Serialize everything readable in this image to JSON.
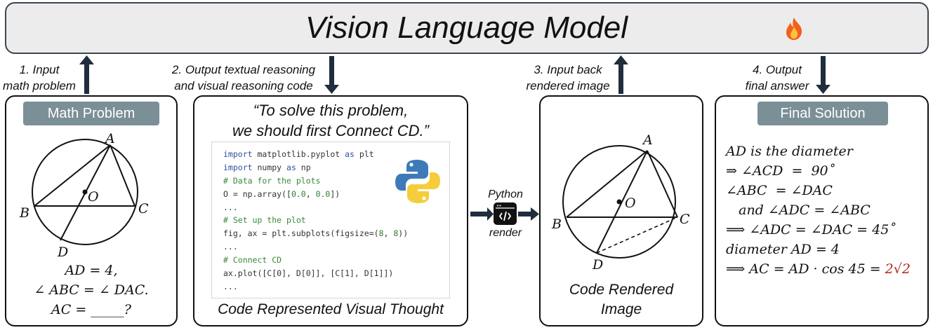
{
  "model": {
    "title": "Vision Language Model",
    "icon": "flame-icon"
  },
  "steps": {
    "s1": [
      "1. Input",
      "math problem"
    ],
    "s2": [
      "2. Output textual reasoning",
      "and visual reasoning code"
    ],
    "s3": [
      "3. Input back",
      "rendered image"
    ],
    "s4": [
      "4. Output",
      "final answer"
    ]
  },
  "problem": {
    "header": "Math Problem",
    "labels": {
      "A": "A",
      "B": "B",
      "C": "C",
      "D": "D",
      "O": "O"
    },
    "text": [
      "AD  =  4,",
      "∠ ABC  =  ∠ DAC.",
      "AC  =  _____?"
    ]
  },
  "thought": {
    "quote": [
      "“To solve this problem,",
      "we should first Connect CD.”"
    ],
    "code": [
      "import matplotlib.pyplot as plt",
      "import numpy as np",
      "# Data for the plots",
      "O = np.array([0.0, 0.0])",
      "...",
      "# Set up the plot",
      "fig, ax = plt.subplots(figsize=(8, 8))",
      "...",
      "# Connect CD",
      "ax.plot([C[0], D[0]], [C[1], D[1]])",
      "..."
    ],
    "caption": "Code Represented Visual Thought",
    "logo_icon": "python-logo-icon"
  },
  "render": {
    "label_top": "Python",
    "label_bottom": "render",
    "icon": "code-terminal-icon"
  },
  "rendered": {
    "caption": [
      "Code Rendered",
      "Image"
    ]
  },
  "solution": {
    "header": "Final Solution",
    "lines": [
      "AD is the diameter",
      "⇒ ∠ACD  =  90˚",
      "∠ABC  = ∠DAC",
      "   and ∠ADC = ∠ABC",
      "⟹ ∠ADC = ∠DAC = 45˚",
      "diameter AD = 4",
      "⟹ AC = AD · cos 45 = "
    ],
    "answer": "2√2"
  },
  "colors": {
    "arrow": "#1f2d3d",
    "pill": "#7b8f97",
    "answer": "#b3261e"
  }
}
